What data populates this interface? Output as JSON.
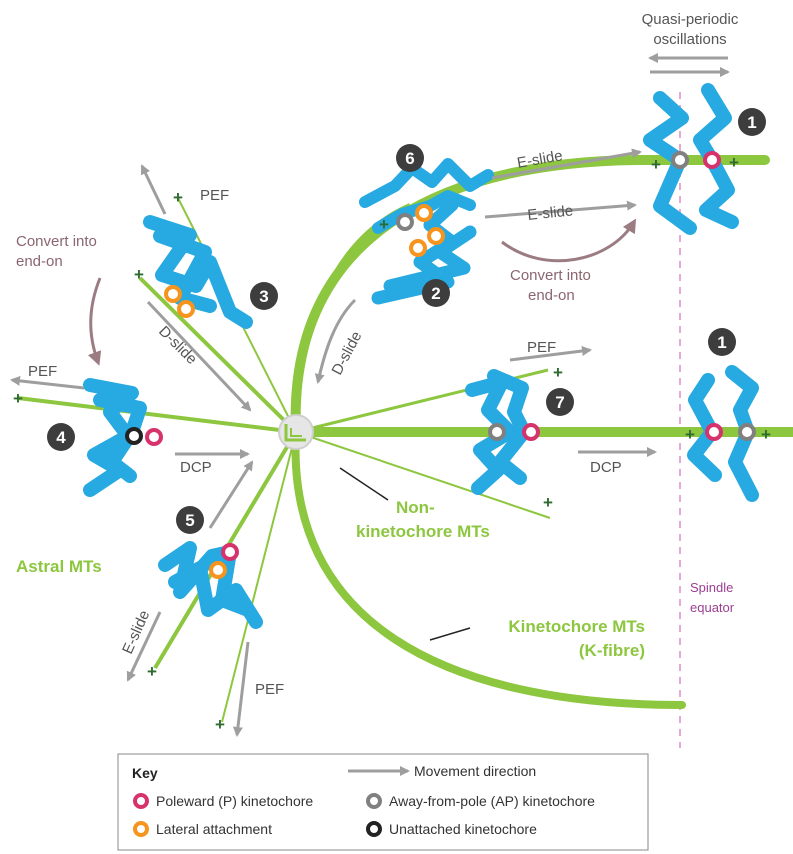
{
  "colors": {
    "microtubule": "#8dc63f",
    "chromosome": "#27a9e1",
    "chromosome_outline": "#1c75bc",
    "poleward_kinetochore": "#d6336c",
    "lateral_attachment": "#f7941d",
    "away_from_pole_kinetochore": "#808080",
    "unattached_kinetochore": "#222222",
    "arrow": "#9e9e9e",
    "convert_arrow": "#9c7c83",
    "equator": "#e6a8d4",
    "number_badge": "#3d3d3d",
    "plus_end": "#2e6b30"
  },
  "labels": {
    "quasi_periodic": [
      "Quasi-periodic",
      "oscillations"
    ],
    "e_slide": "E-slide",
    "d_slide": "D-slide",
    "pef": "PEF",
    "dcp": "DCP",
    "convert": [
      "Convert into",
      "end-on"
    ],
    "astral_mts": "Astral MTs",
    "non_kt_mts": [
      "Non-",
      "kinetochore MTs"
    ],
    "kt_mts": [
      "Kinetochore MTs",
      "(K-fibre)"
    ],
    "spindle_equator": [
      "Spindle",
      "equator"
    ],
    "plus_sign": "+"
  },
  "numbers": {
    "n1": "1",
    "n2": "2",
    "n3": "3",
    "n4": "4",
    "n5": "5",
    "n6": "6",
    "n7": "7"
  },
  "key": {
    "title": "Key",
    "movement": "Movement direction",
    "poleward": "Poleward (P) kinetochore",
    "away": "Away-from-pole (AP) kinetochore",
    "lateral": "Lateral attachment",
    "unattached": "Unattached kinetochore"
  }
}
